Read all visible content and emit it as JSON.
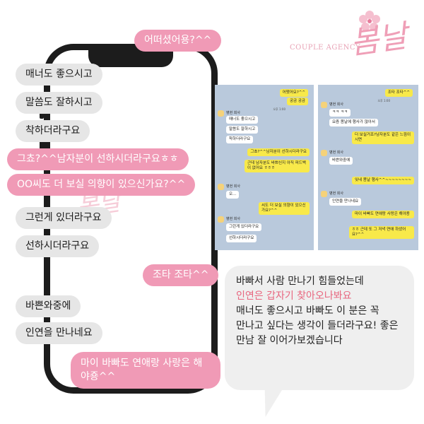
{
  "brand": {
    "sub": "COUPLE AGENCY",
    "script": "봄날",
    "color": "#f09ab6"
  },
  "phone": {
    "watermark": "봄날"
  },
  "chat": {
    "pink_top": "어떠셨어용?^^",
    "gray1": "매너도 좋으시고",
    "gray2": "말씀도 잘하시고",
    "gray3": "착하더라구요",
    "pink2": "그쵸?^^남자분이 선하시더라구요ㅎㅎ",
    "pink3": "OO씨도 더 보실 의향이 있으신가요?^^",
    "gray4": "그런게 있더라구요",
    "gray5": "선하시더라구요",
    "pink4": "조타 조타^^",
    "gray6": "바쁜와중에",
    "gray7": "인연을 만나네요",
    "pink5": "마이 바빠도 연애랑 사랑은 해야죵^^"
  },
  "thumb1": {
    "m1": "어땠어요?^^",
    "m2": "궁금 궁금",
    "name1": "병현 회사",
    "m3": "매너도 좋으시고",
    "m4": "말씀도 잘하시고",
    "m5": "착하더라구요",
    "m6": "그쵸?^^남자분이 선하시더라구요",
    "m7": "근데 남자분도 바쁘신지 아직 피드백이 없어요 ㅎㅎㅎ",
    "name2": "병현 회사",
    "m8": "오...",
    "m9": "씨도 더 보실 의향이 있으신가요?^^",
    "name3": "병현 회사",
    "m10": "그런게 있더라구요",
    "m11": "선하시더라구요",
    "time": "오후 1:00"
  },
  "thumb2": {
    "m1": "조타 조타^^",
    "name1": "병현 회사",
    "m2": "ㅋㅋ ㅋㅋ",
    "m3": "요즘 봄날에 행사가 많아서",
    "m4": "더 보실거죠?남자분도 같은 느낌이시면",
    "name2": "병현 회사",
    "m5": "바쁜와중에",
    "m6": "잊네 봄날 행사^^~~~~~~~~",
    "name3": "병현 회사",
    "m7": "인연을 만나네요",
    "m8": "마이 바빠도 연애랑 사랑은 해야죵",
    "m9": "ㅎㅎ 근데 또 그 저녁 연애 하셨어요?^^",
    "time": "오후 1:00"
  },
  "speech": {
    "line1": "바빠서 사람 만나기 힘들었는데",
    "highlight": "인연은 갑자기 찾아오나봐요",
    "line3": "매너도 좋으시고 바빠도 이 분은 꼭 만나고 싶다는 생각이 들더라구요! 좋은 만남 잘 이어가보겠습니다"
  }
}
